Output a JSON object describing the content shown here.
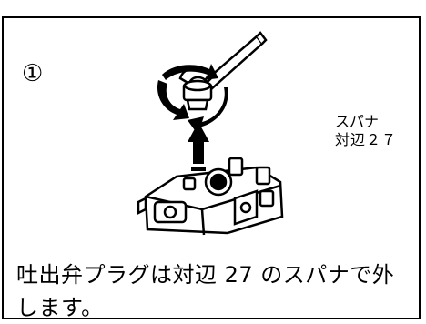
{
  "step": {
    "number": "①"
  },
  "illustration": {
    "label_line1": "スパナ",
    "label_line2": "対辺２７"
  },
  "caption": {
    "line1": "吐出弁プラグは対辺 27 のスパナで外",
    "line2": "します。"
  }
}
